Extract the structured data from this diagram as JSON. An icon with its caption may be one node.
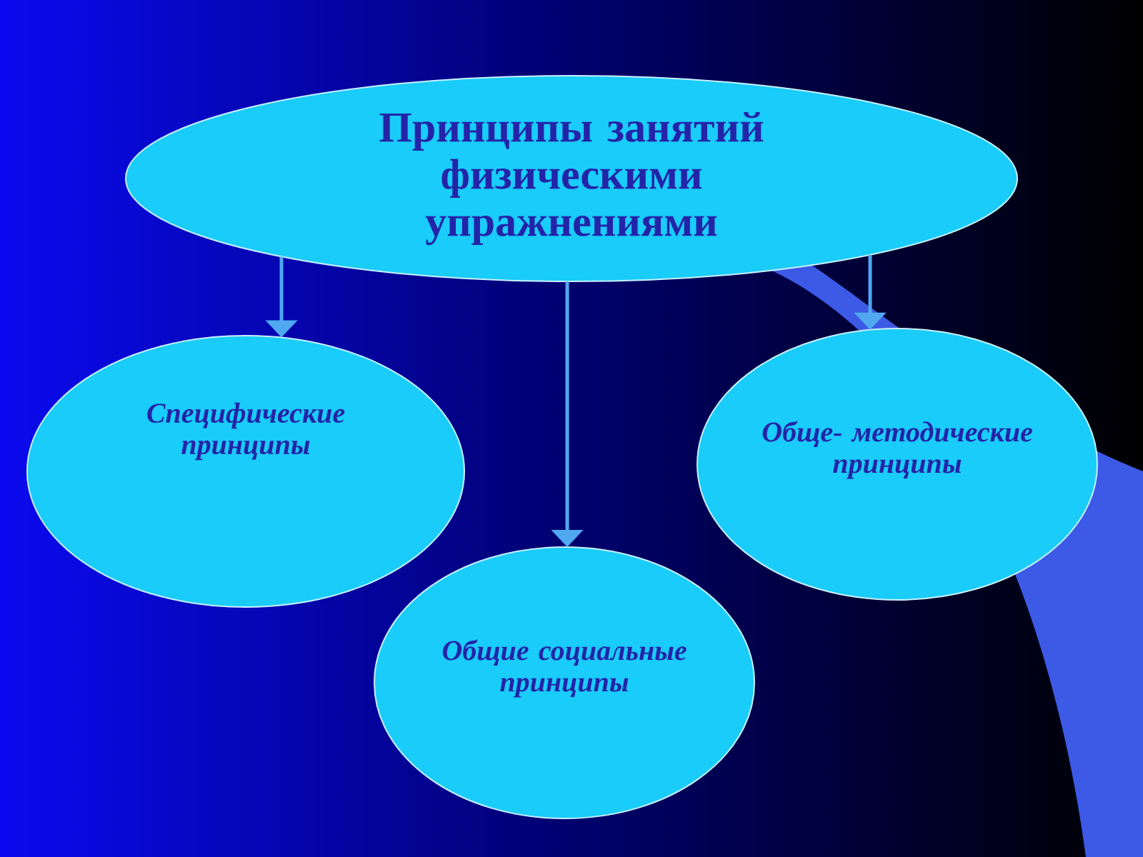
{
  "diagram": {
    "nodes": [
      {
        "text": [
          "Принципы занятий физическими упражнениями"
        ]
      },
      {
        "text": [
          "Специфические принципы"
        ]
      },
      {
        "text": [
          "Общие социальные принципы"
        ]
      },
      {
        "text": [
          "Обще- методические принципы"
        ]
      }
    ],
    "edges": [
      {
        "from": 0,
        "to": 1,
        "arrow": "to"
      },
      {
        "from": 0,
        "to": 2,
        "arrow": "to"
      },
      {
        "from": 0,
        "to": 3,
        "arrow": "to"
      }
    ]
  }
}
